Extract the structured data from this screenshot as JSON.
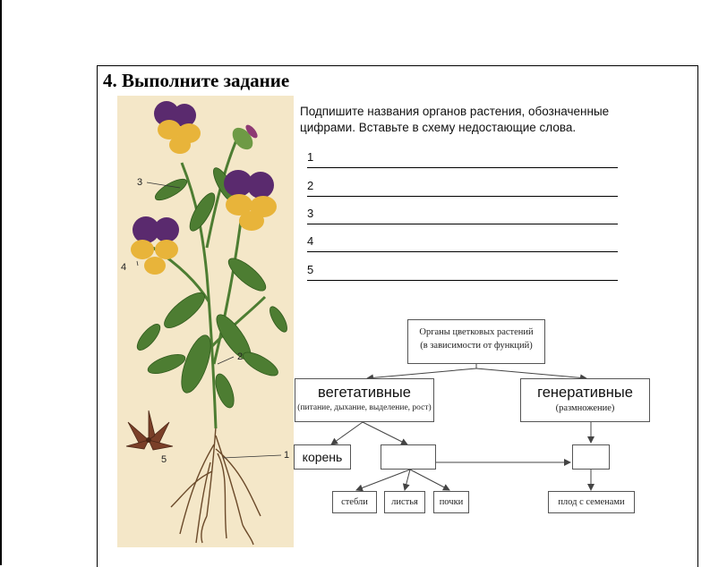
{
  "task": {
    "title": "4. Выполните задание",
    "instruction": "Подпишите названия органов растения, обозначенные цифрами. Вставьте в схему недостающие слова."
  },
  "figure": {
    "labels": [
      "1",
      "2",
      "3",
      "4",
      "5"
    ]
  },
  "answers": [
    {
      "number": "1",
      "value": ""
    },
    {
      "number": "2",
      "value": ""
    },
    {
      "number": "3",
      "value": ""
    },
    {
      "number": "4",
      "value": ""
    },
    {
      "number": "5",
      "value": ""
    }
  ],
  "scheme": {
    "root_line1": "Органы цветковых растений",
    "root_line2": "(в зависимости от функций)",
    "vegetative_title": "вегетативные",
    "vegetative_note": "(питание, дыхание, выделение, рост)",
    "generative_title": "генеративные",
    "generative_note": "(размножение)",
    "root_organ": "корень",
    "shoot_blank": "",
    "flower_blank": "",
    "stems": "стебли",
    "leaves": "листья",
    "buds": "почки",
    "fruit": "плод с семенами"
  },
  "colors": {
    "panel_background": "#f4e7c8",
    "petal_purple": "#5a2a6e",
    "petal_yellow": "#e8b43a",
    "leaf_green": "#4d7d32",
    "root_brown": "#6b4a2a"
  }
}
